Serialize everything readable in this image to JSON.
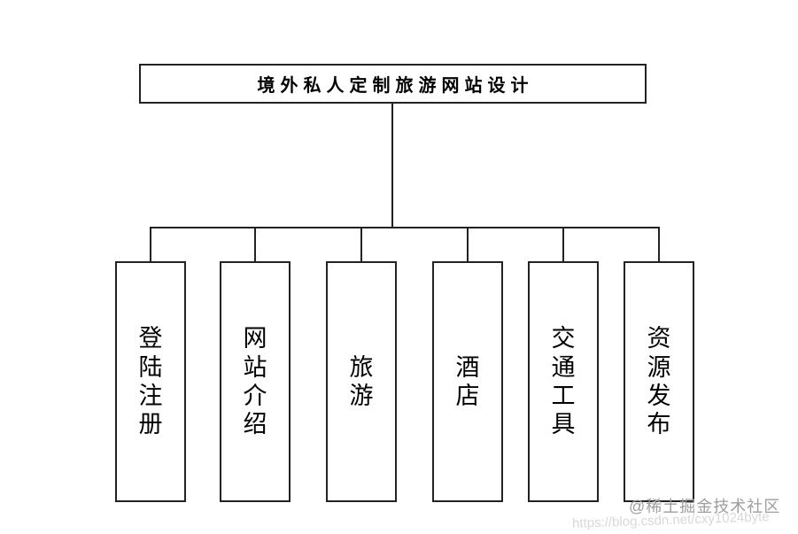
{
  "diagram": {
    "root": {
      "label": "境外私人定制旅游网站设计"
    },
    "children": [
      {
        "label": "登陆注册"
      },
      {
        "label": "网站介绍"
      },
      {
        "label": "旅游"
      },
      {
        "label": "酒店"
      },
      {
        "label": "交通工具"
      },
      {
        "label": "资源发布"
      }
    ]
  },
  "watermark": {
    "text": "@稀土掘金技术社区",
    "url": "https://blog.csdn.net/cxy1024byte"
  },
  "colors": {
    "line": "#222222",
    "text": "#000000",
    "background": "#ffffff",
    "watermark_text": "#9e9e9e",
    "watermark_url": "#d8d8d8"
  }
}
